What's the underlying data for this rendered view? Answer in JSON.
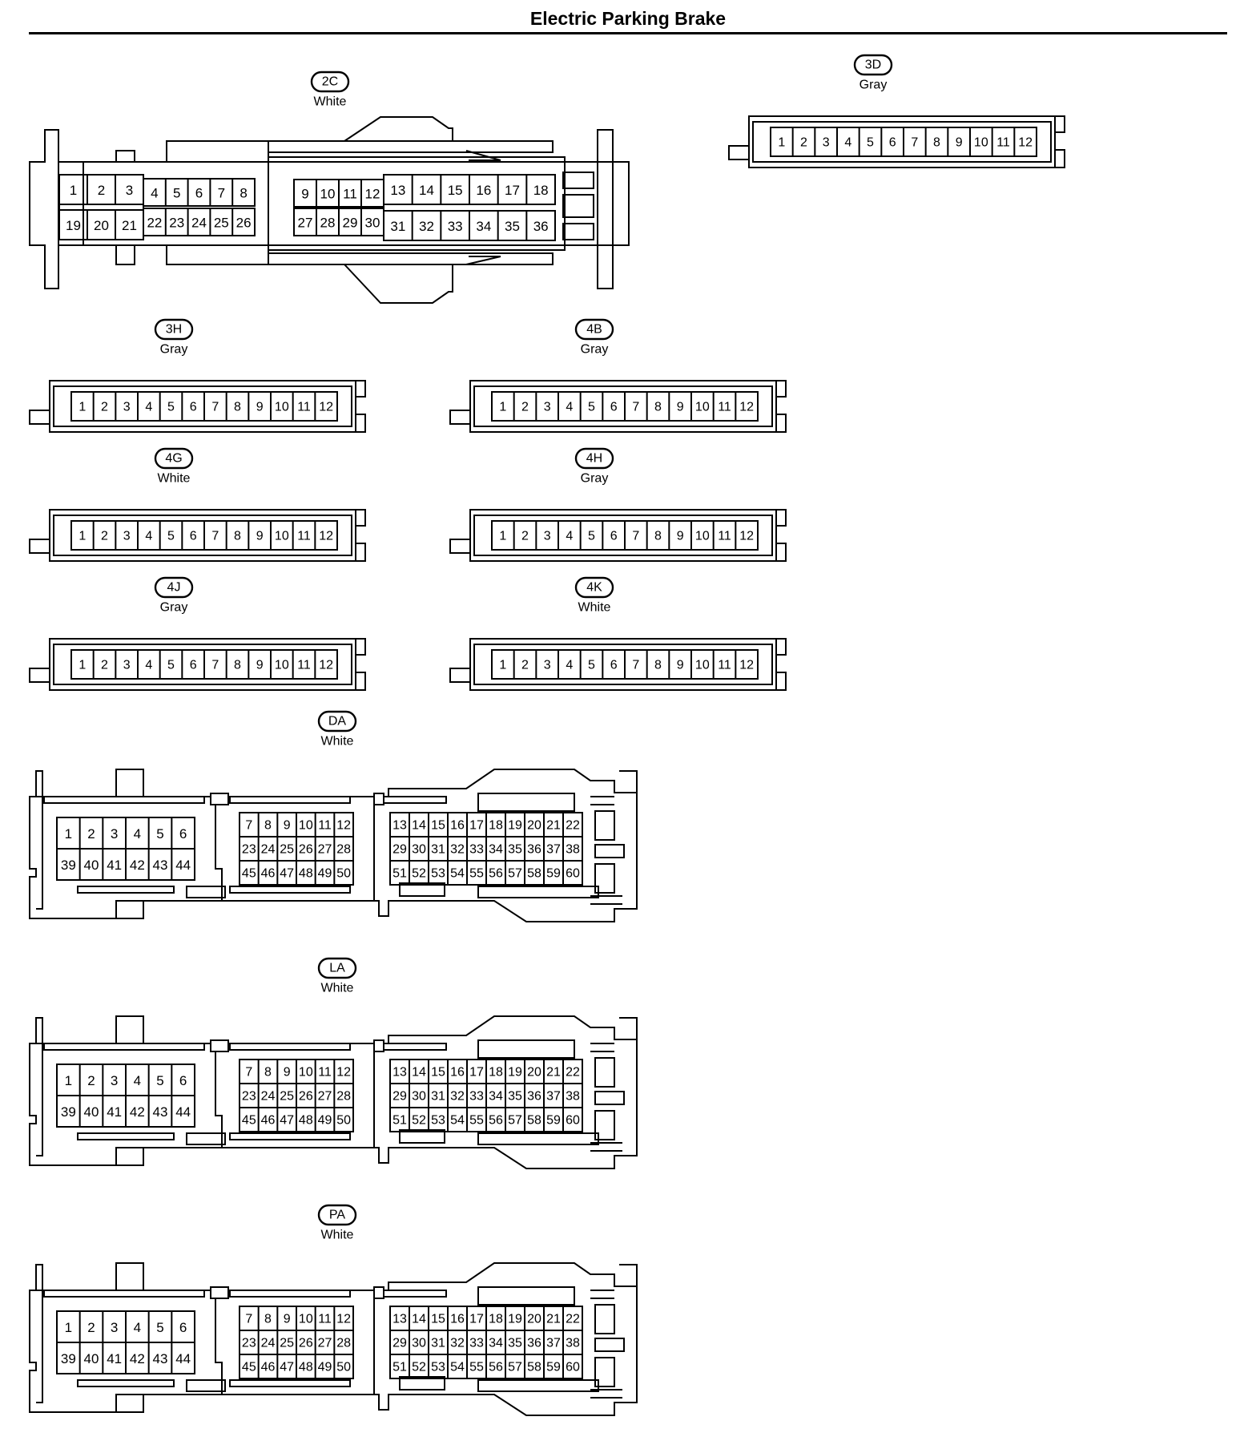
{
  "page": {
    "title": "Electric Parking Brake"
  },
  "colors": {
    "line": "#000000",
    "background": "#ffffff"
  },
  "connectors": [
    {
      "id": "2C",
      "color": "White",
      "style": "connector-36",
      "pins": {
        "upper_left": [
          "1",
          "2",
          "3"
        ],
        "lower_left": [
          "19",
          "20",
          "21"
        ],
        "upper_mid": [
          "4",
          "5",
          "6",
          "7",
          "8"
        ],
        "lower_mid": [
          "22",
          "23",
          "24",
          "25",
          "26"
        ],
        "upper_a": [
          "9",
          "10",
          "11",
          "12"
        ],
        "lower_a": [
          "27",
          "28",
          "29",
          "30"
        ],
        "upper_b": [
          "13",
          "14",
          "15",
          "16",
          "17",
          "18"
        ],
        "lower_b": [
          "31",
          "32",
          "33",
          "34",
          "35",
          "36"
        ]
      }
    },
    {
      "id": "3D",
      "color": "Gray",
      "style": "connector-12",
      "pins": [
        "1",
        "2",
        "3",
        "4",
        "5",
        "6",
        "7",
        "8",
        "9",
        "10",
        "11",
        "12"
      ]
    },
    {
      "id": "3H",
      "color": "Gray",
      "style": "connector-12",
      "pins": [
        "1",
        "2",
        "3",
        "4",
        "5",
        "6",
        "7",
        "8",
        "9",
        "10",
        "11",
        "12"
      ]
    },
    {
      "id": "4B",
      "color": "Gray",
      "style": "connector-12",
      "pins": [
        "1",
        "2",
        "3",
        "4",
        "5",
        "6",
        "7",
        "8",
        "9",
        "10",
        "11",
        "12"
      ]
    },
    {
      "id": "4G",
      "color": "White",
      "style": "connector-12",
      "pins": [
        "1",
        "2",
        "3",
        "4",
        "5",
        "6",
        "7",
        "8",
        "9",
        "10",
        "11",
        "12"
      ]
    },
    {
      "id": "4H",
      "color": "Gray",
      "style": "connector-12",
      "pins": [
        "1",
        "2",
        "3",
        "4",
        "5",
        "6",
        "7",
        "8",
        "9",
        "10",
        "11",
        "12"
      ]
    },
    {
      "id": "4J",
      "color": "Gray",
      "style": "connector-12",
      "pins": [
        "1",
        "2",
        "3",
        "4",
        "5",
        "6",
        "7",
        "8",
        "9",
        "10",
        "11",
        "12"
      ]
    },
    {
      "id": "4K",
      "color": "White",
      "style": "connector-12",
      "pins": [
        "1",
        "2",
        "3",
        "4",
        "5",
        "6",
        "7",
        "8",
        "9",
        "10",
        "11",
        "12"
      ]
    },
    {
      "id": "DA",
      "color": "White",
      "style": "connector-60",
      "pins": {
        "left_top": [
          "1",
          "2",
          "3",
          "4",
          "5",
          "6"
        ],
        "left_bottom": [
          "39",
          "40",
          "41",
          "42",
          "43",
          "44"
        ],
        "mid_rows": [
          [
            "7",
            "8",
            "9",
            "10",
            "11",
            "12"
          ],
          [
            "23",
            "24",
            "25",
            "26",
            "27",
            "28"
          ],
          [
            "45",
            "46",
            "47",
            "48",
            "49",
            "50"
          ]
        ],
        "right_rows": [
          [
            "13",
            "14",
            "15",
            "16",
            "17",
            "18",
            "19",
            "20",
            "21",
            "22"
          ],
          [
            "29",
            "30",
            "31",
            "32",
            "33",
            "34",
            "35",
            "36",
            "37",
            "38"
          ],
          [
            "51",
            "52",
            "53",
            "54",
            "55",
            "56",
            "57",
            "58",
            "59",
            "60"
          ]
        ]
      }
    },
    {
      "id": "LA",
      "color": "White",
      "style": "connector-60",
      "pins": {
        "left_top": [
          "1",
          "2",
          "3",
          "4",
          "5",
          "6"
        ],
        "left_bottom": [
          "39",
          "40",
          "41",
          "42",
          "43",
          "44"
        ],
        "mid_rows": [
          [
            "7",
            "8",
            "9",
            "10",
            "11",
            "12"
          ],
          [
            "23",
            "24",
            "25",
            "26",
            "27",
            "28"
          ],
          [
            "45",
            "46",
            "47",
            "48",
            "49",
            "50"
          ]
        ],
        "right_rows": [
          [
            "13",
            "14",
            "15",
            "16",
            "17",
            "18",
            "19",
            "20",
            "21",
            "22"
          ],
          [
            "29",
            "30",
            "31",
            "32",
            "33",
            "34",
            "35",
            "36",
            "37",
            "38"
          ],
          [
            "51",
            "52",
            "53",
            "54",
            "55",
            "56",
            "57",
            "58",
            "59",
            "60"
          ]
        ]
      }
    },
    {
      "id": "PA",
      "color": "White",
      "style": "connector-60",
      "pins": {
        "left_top": [
          "1",
          "2",
          "3",
          "4",
          "5",
          "6"
        ],
        "left_bottom": [
          "39",
          "40",
          "41",
          "42",
          "43",
          "44"
        ],
        "mid_rows": [
          [
            "7",
            "8",
            "9",
            "10",
            "11",
            "12"
          ],
          [
            "23",
            "24",
            "25",
            "26",
            "27",
            "28"
          ],
          [
            "45",
            "46",
            "47",
            "48",
            "49",
            "50"
          ]
        ],
        "right_rows": [
          [
            "13",
            "14",
            "15",
            "16",
            "17",
            "18",
            "19",
            "20",
            "21",
            "22"
          ],
          [
            "29",
            "30",
            "31",
            "32",
            "33",
            "34",
            "35",
            "36",
            "37",
            "38"
          ],
          [
            "51",
            "52",
            "53",
            "54",
            "55",
            "56",
            "57",
            "58",
            "59",
            "60"
          ]
        ]
      }
    }
  ]
}
